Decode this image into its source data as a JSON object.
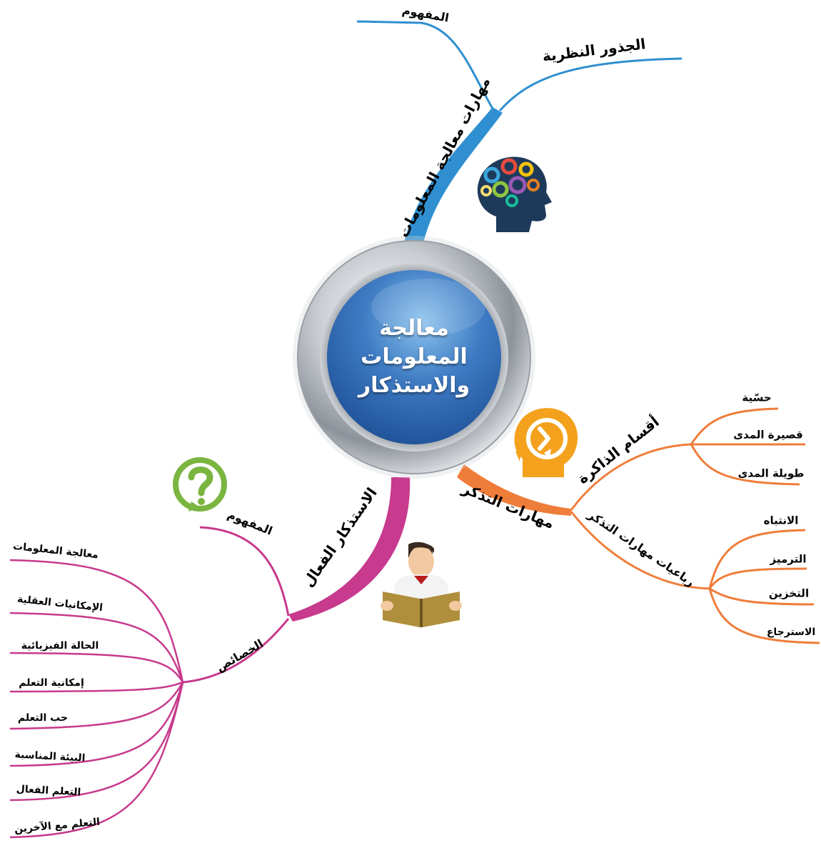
{
  "center": {
    "title": "معالجة المعلومات والاستذكار"
  },
  "colors": {
    "blue": "#2f8fd0",
    "orange": "#ef7d3a",
    "magenta": "#c73a8d",
    "green": "#7ab540",
    "navy": "#1e3a5a"
  },
  "branches": {
    "info_processing": {
      "label": "مهارات معالجة المعلومات",
      "children": [
        "المفهوم",
        "الجذور النظرية"
      ],
      "icon": "brain-gears-icon"
    },
    "remembering": {
      "label": "مهارات التذكر",
      "icon": "memory-head-icon",
      "memory_types": {
        "label": "أقسام الذاكرة",
        "children": [
          "حسّية",
          "قصيرة المدى",
          "طويلة المدى"
        ]
      },
      "quartet": {
        "label": "رباعيات مهارات التذكر",
        "children": [
          "الانتباه",
          "الترميز",
          "التخزين",
          "الاسترجاع"
        ]
      }
    },
    "effective_study": {
      "label": "الاستذكار الفعال",
      "icon": "question-mark-icon",
      "icon2": "student-reading-icon",
      "concept": "المفهوم",
      "traits": {
        "label": "الخصائص",
        "children": [
          "معالجة المعلومات",
          "الإمكانيات العقلية",
          "الحالة الفيزيائية",
          "إمكانية التعلم",
          "حب التعلم",
          "البيئة المناسبة",
          "التعلم الفعال",
          "التعلم مع الآخرين"
        ]
      }
    }
  }
}
